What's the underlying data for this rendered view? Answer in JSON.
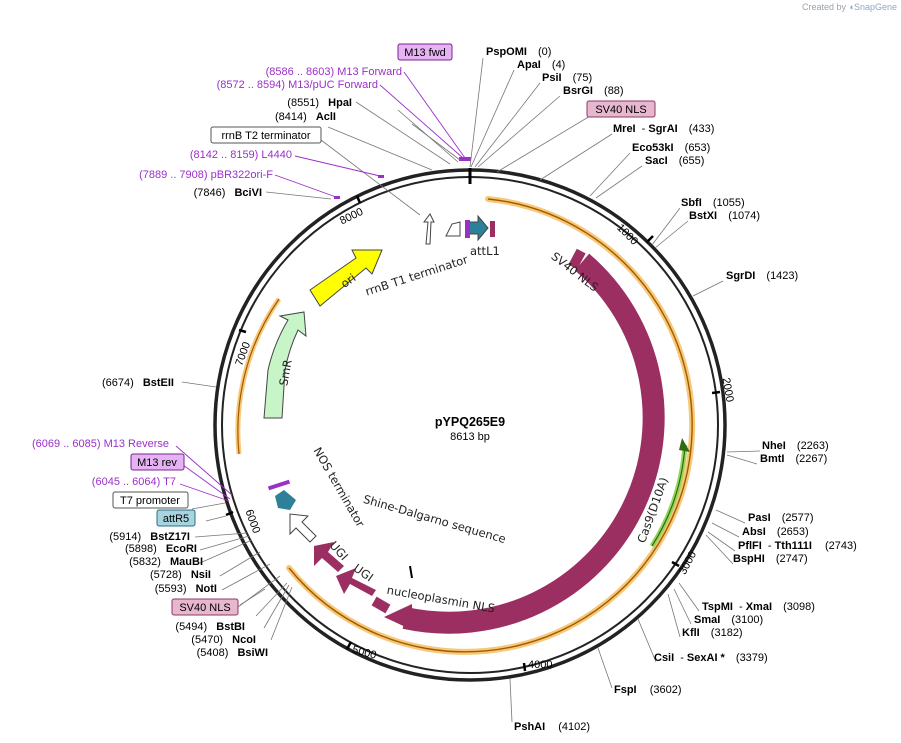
{
  "credit": {
    "prefix": "Created by",
    "brand": "SnapGene"
  },
  "plasmid": {
    "name": "pYPQ265E9",
    "length_label": "8613 bp",
    "length": 8613
  },
  "ticks": [
    "1000",
    "2000",
    "3000",
    "4000",
    "5000",
    "6000",
    "7000",
    "8000"
  ],
  "features": [
    {
      "label": "SV40 NLS",
      "color": "#9b2f62"
    },
    {
      "label": "Cas9(D10A)",
      "color": "#9b2f62"
    },
    {
      "label": "nucleoplasmin NLS",
      "color": "#9b2f62"
    },
    {
      "label": "UGI",
      "color": "#9b2f62"
    },
    {
      "label": "UGI",
      "color": "#9b2f62"
    },
    {
      "label": "Shine-Dalgarno sequence",
      "color": "#000000"
    },
    {
      "label": "NOS terminator",
      "color": "#ffffff"
    },
    {
      "label": "SmR",
      "color": "#c8f5c8"
    },
    {
      "label": "ori",
      "color": "#ffff00"
    },
    {
      "label": "rrnB T1 terminator",
      "color": "#ffffff"
    },
    {
      "label": "attL1",
      "color": "#2e8099"
    }
  ],
  "enzymes": [
    {
      "name": "PspOMI",
      "pos": "(0)"
    },
    {
      "name": "ApaI",
      "pos": "(4)"
    },
    {
      "name": "PsiI",
      "pos": "(75)"
    },
    {
      "name": "BsrGI",
      "pos": "(88)"
    },
    {
      "name": "MreI",
      "name2": "SgrAI",
      "pos": "(433)"
    },
    {
      "name": "Eco53kI",
      "pos": "(653)"
    },
    {
      "name": "SacI",
      "pos": "(655)"
    },
    {
      "name": "SbfI",
      "pos": "(1055)"
    },
    {
      "name": "BstXI",
      "pos": "(1074)"
    },
    {
      "name": "SgrDI",
      "pos": "(1423)"
    },
    {
      "name": "NheI",
      "pos": "(2263)"
    },
    {
      "name": "BmtI",
      "pos": "(2267)"
    },
    {
      "name": "PasI",
      "pos": "(2577)"
    },
    {
      "name": "AbsI",
      "pos": "(2653)"
    },
    {
      "name": "PflFI",
      "name2": "Tth111I",
      "pos": "(2743)"
    },
    {
      "name": "BspHI",
      "pos": "(2747)"
    },
    {
      "name": "TspMI",
      "name2": "XmaI",
      "pos": "(3098)"
    },
    {
      "name": "SmaI",
      "pos": "(3100)"
    },
    {
      "name": "KflI",
      "pos": "(3182)"
    },
    {
      "name": "CsiI",
      "name2": "SexAI *",
      "pos": "(3379)"
    },
    {
      "name": "FspI",
      "pos": "(3602)"
    },
    {
      "name": "PshAI",
      "pos": "(4102)"
    },
    {
      "name": "BsiWI",
      "pos": "(5408)"
    },
    {
      "name": "NcoI",
      "pos": "(5470)"
    },
    {
      "name": "BstBI",
      "pos": "(5494)"
    },
    {
      "name": "NotI",
      "pos": "(5593)"
    },
    {
      "name": "NsiI",
      "pos": "(5728)"
    },
    {
      "name": "MauBI",
      "pos": "(5832)"
    },
    {
      "name": "EcoRI",
      "pos": "(5898)"
    },
    {
      "name": "BstZ17I",
      "pos": "(5914)"
    },
    {
      "name": "BstEII",
      "pos": "(6674)"
    },
    {
      "name": "BciVI",
      "pos": "(7846)"
    },
    {
      "name": "AclI",
      "pos": "(8414)"
    },
    {
      "name": "HpaI",
      "pos": "(8551)"
    }
  ],
  "primers": [
    {
      "range": "(8586 .. 8603)",
      "name": "M13 Forward"
    },
    {
      "range": "(8572 .. 8594)",
      "name": "M13/pUC Forward"
    },
    {
      "range": "(8142 .. 8159)",
      "name": "L4440"
    },
    {
      "range": "(7889 .. 7908)",
      "name": "pBR322ori-F"
    },
    {
      "range": "(6069 .. 6085)",
      "name": "M13 Reverse"
    },
    {
      "range": "(6045 .. 6064)",
      "name": "T7"
    }
  ],
  "boxes": [
    {
      "label": "M13 fwd",
      "style": "primer"
    },
    {
      "label": "SV40 NLS",
      "style": "nls"
    },
    {
      "label": "rrnB T2 terminator",
      "style": "plain"
    },
    {
      "label": "M13 rev",
      "style": "primer"
    },
    {
      "label": "T7 promoter",
      "style": "plain"
    },
    {
      "label": "attR5",
      "style": "att"
    },
    {
      "label": "SV40 NLS",
      "style": "nls"
    }
  ]
}
